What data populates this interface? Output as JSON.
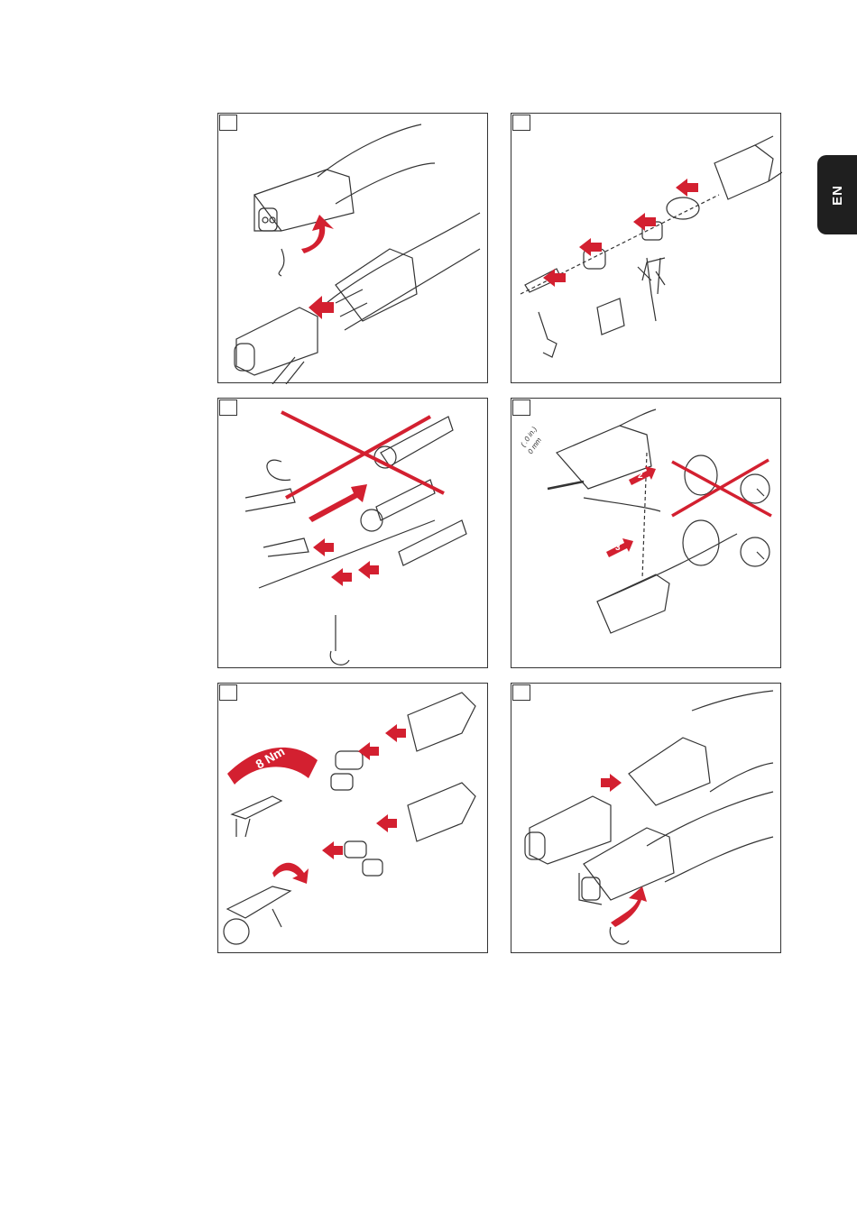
{
  "language_tab": {
    "label": "EN"
  },
  "colors": {
    "accent_red": "#d32030",
    "line": "#333333",
    "tab_bg": "#1f1f1f"
  },
  "panels": [
    {
      "name": "step-1-remove-nozzle"
    },
    {
      "name": "step-2-remove-parts"
    },
    {
      "name": "step-3-insert-liner"
    },
    {
      "name": "step-4-cut-liner",
      "dimension_in": "( .0 in.)",
      "dimension_mm": "0 mm",
      "arrow_2": "2",
      "arrow_3": "3"
    },
    {
      "name": "step-5-torque",
      "torque_label": "8 Nm"
    },
    {
      "name": "step-6-refit-nozzle"
    }
  ]
}
